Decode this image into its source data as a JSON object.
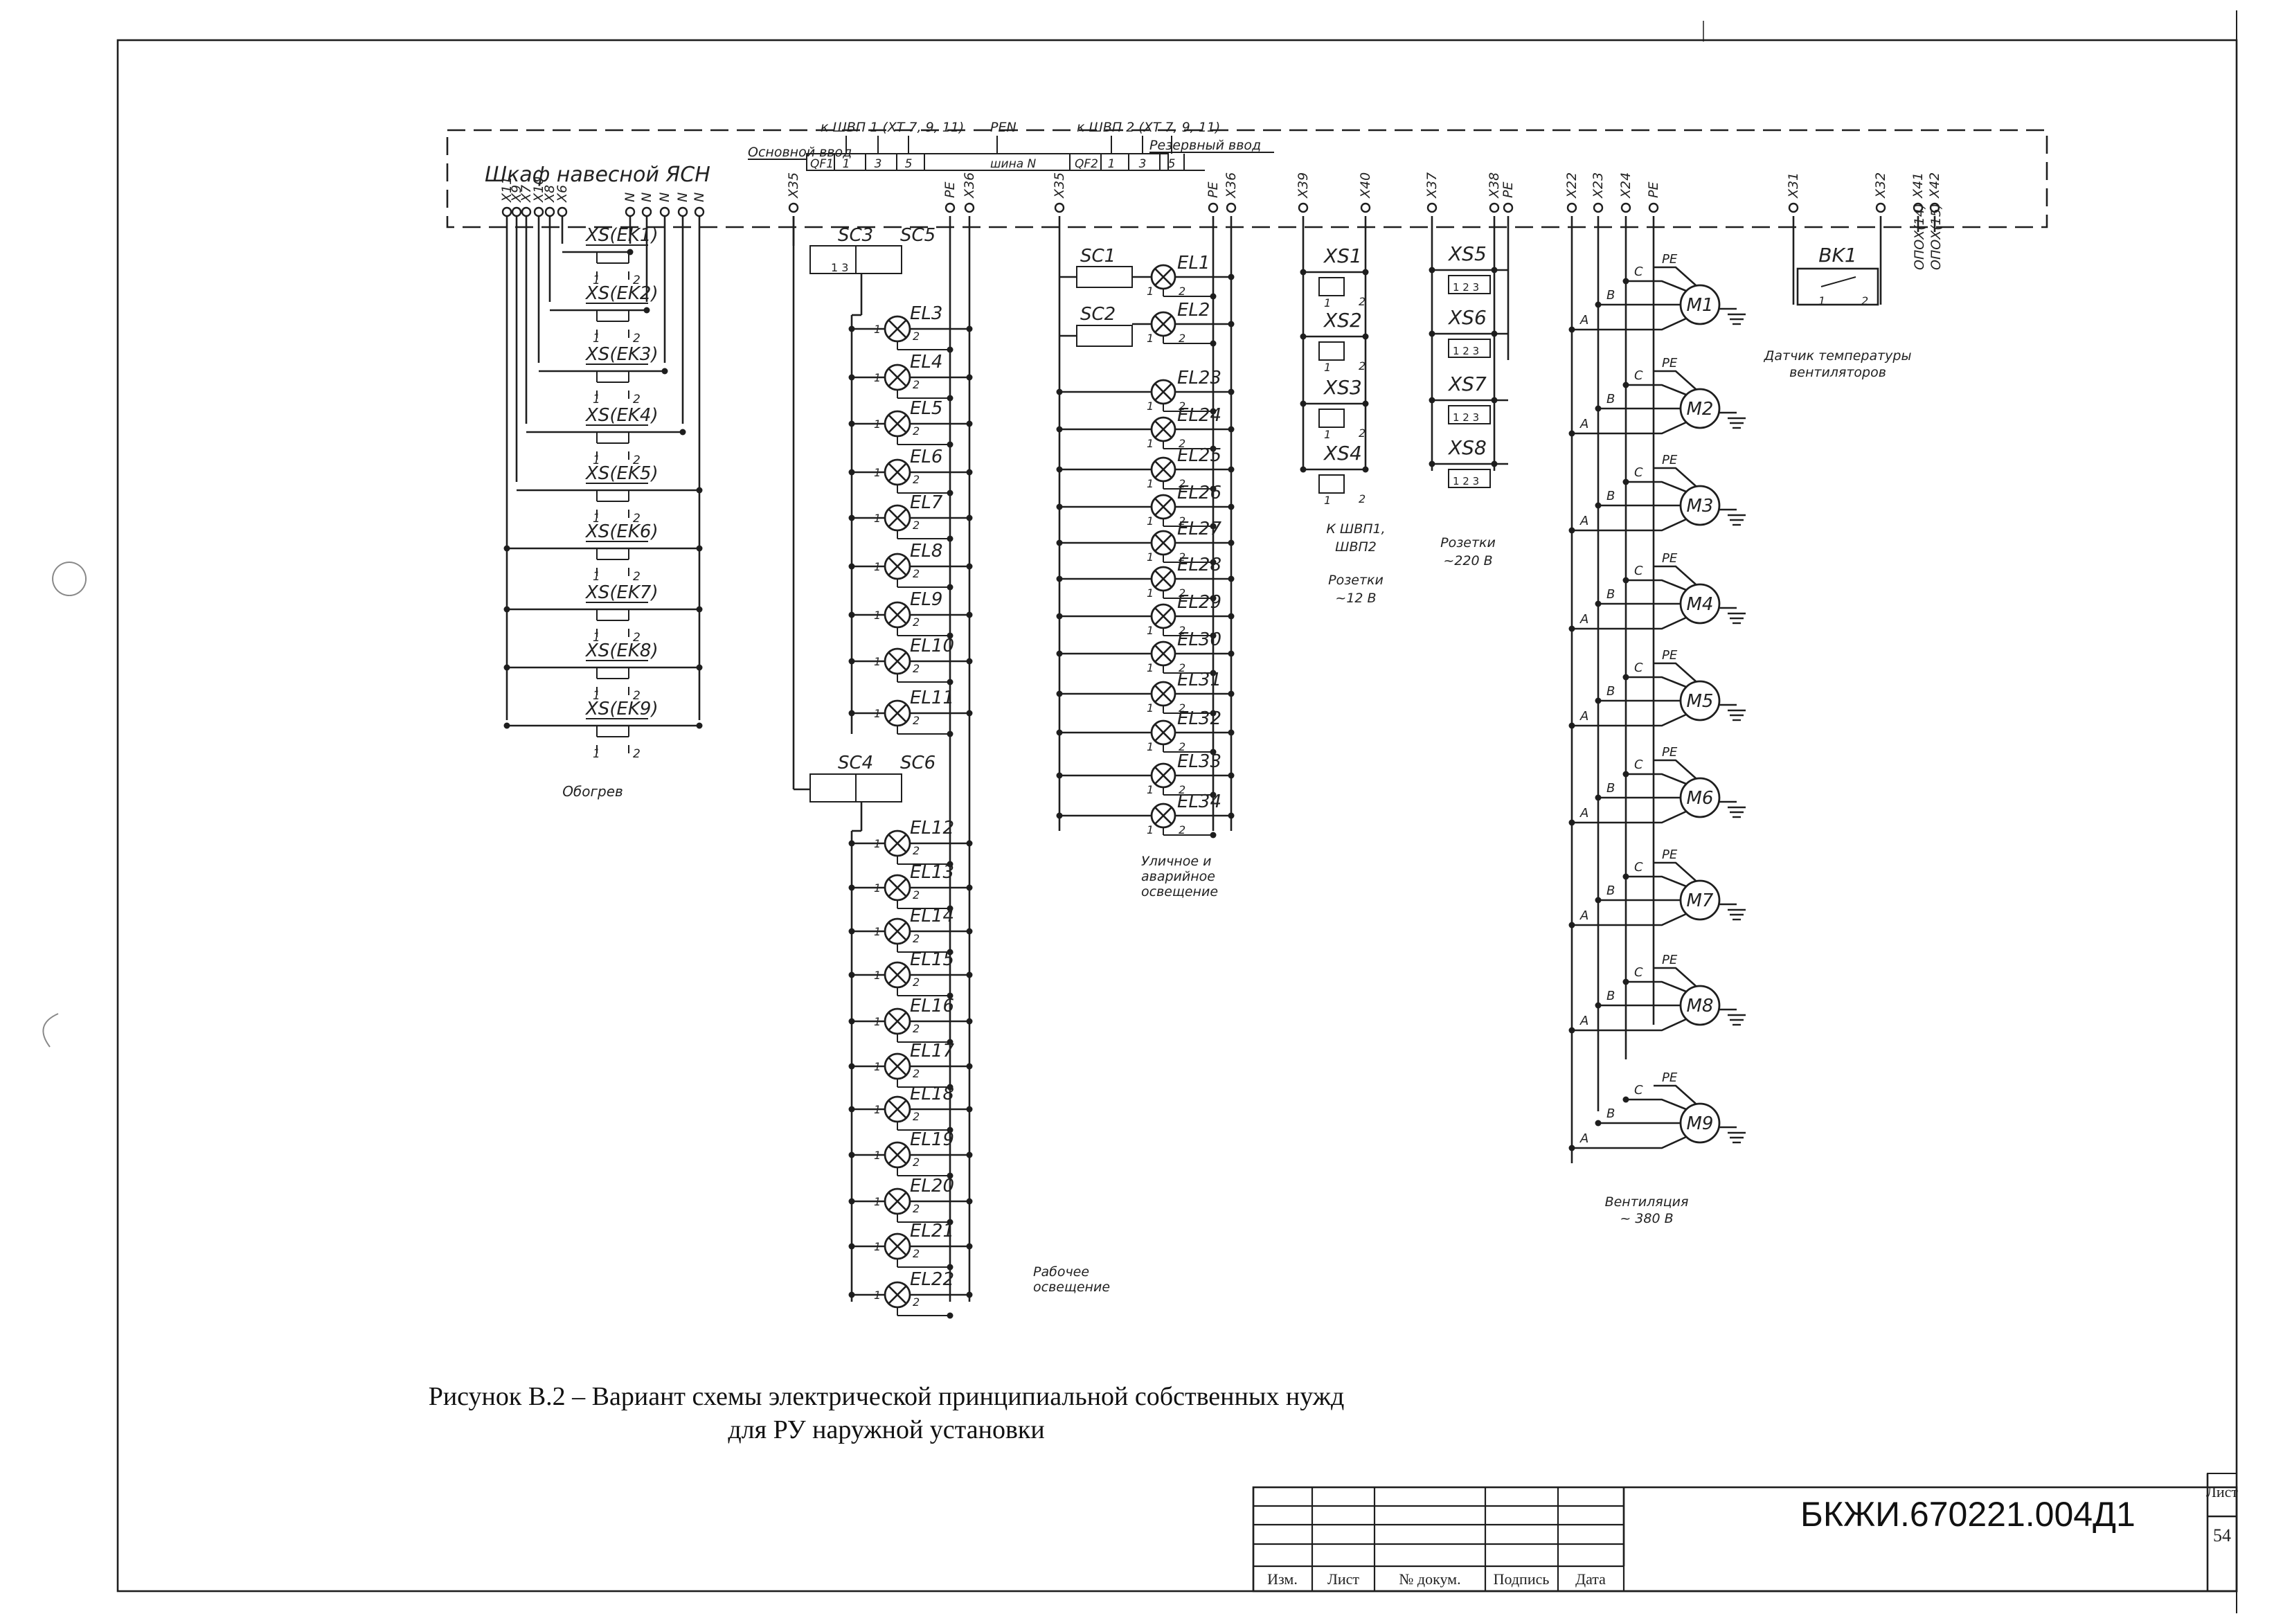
{
  "caption": {
    "line1": "Рисунок В.2 – Вариант схемы электрической принципиальной собственных нужд",
    "line2": "для РУ наружной установки"
  },
  "title_block": {
    "headers": [
      "Изм.",
      "Лист",
      "№ докум.",
      "Подпись",
      "Дата"
    ],
    "code": "БКЖИ.670221.004Д1",
    "sheet_label": "Лист",
    "sheet_no": "54"
  },
  "cabinet": {
    "title": "Шкаф навесной ЯСН",
    "main_input": "Основной ввод",
    "reserve_input": "Резервный ввод",
    "to_shvp1": "к ШВП 1 (XT 7, 9, 11)",
    "to_shvp2": "к ШВП 2 (XT 7, 9, 11)",
    "pen": "PEN",
    "bus_n": "шина N",
    "qf1": "QF1",
    "qf2": "QF2",
    "poles": [
      "1",
      "3",
      "5"
    ]
  },
  "terminals": {
    "heating": [
      "X11",
      "X9",
      "X7",
      "X10",
      "X8",
      "X6",
      "N",
      "N",
      "N",
      "N",
      "N"
    ],
    "working": [
      "X35",
      "PE",
      "X36"
    ],
    "street": [
      "X35",
      "PE",
      "X36"
    ],
    "sockets12": [
      "X39",
      "X40"
    ],
    "sockets220": [
      "X37",
      "X38",
      "PE"
    ],
    "vent": [
      "X22",
      "X23",
      "X24",
      "PE"
    ],
    "sensor": [
      "X31",
      "X32",
      "X41",
      "X42"
    ]
  },
  "groups": {
    "heating": "Обогрев",
    "working_light": [
      "Рабочее",
      "освещение"
    ],
    "street_light": [
      "Уличное и",
      "аварийное",
      "освещение"
    ],
    "sockets12": [
      "К ШВП1,",
      "ШВП2",
      "Розетки",
      "~12 В"
    ],
    "sockets220": [
      "Розетки",
      "~220 В"
    ],
    "vent": [
      "Вентиляция",
      "~ 380 В"
    ],
    "sensor": [
      "Датчик температуры",
      "вентиляторов"
    ],
    "opsh": [
      "ОПОХ(14)",
      "ОПОХ(15)"
    ]
  },
  "heaters": [
    "XS(EK1)",
    "XS(EK2)",
    "XS(EK3)",
    "XS(EK4)",
    "XS(EK5)",
    "XS(EK6)",
    "XS(EK7)",
    "XS(EK8)",
    "XS(EK9)"
  ],
  "switches": {
    "top": [
      "SC3",
      "SC5"
    ],
    "bottom": [
      "SC4",
      "SC6"
    ],
    "street": [
      "SC1",
      "SC2"
    ]
  },
  "lamps_working_a": [
    "EL3",
    "EL4",
    "EL5",
    "EL6",
    "EL7",
    "EL8",
    "EL9",
    "EL10",
    "EL11"
  ],
  "lamps_working_b": [
    "EL12",
    "EL13",
    "EL14",
    "EL15",
    "EL16",
    "EL17",
    "EL18",
    "EL19",
    "EL20",
    "EL21",
    "EL22"
  ],
  "lamps_street": [
    "EL1",
    "EL2",
    "EL23",
    "EL24",
    "EL25",
    "EL26",
    "EL27",
    "EL28",
    "EL29",
    "EL30",
    "EL31",
    "EL32",
    "EL33",
    "EL34"
  ],
  "sockets12": [
    "XS1",
    "XS2",
    "XS3",
    "XS4"
  ],
  "sockets220": [
    "XS5",
    "XS6",
    "XS7",
    "XS8"
  ],
  "motors": [
    "M1",
    "M2",
    "M3",
    "M4",
    "M5",
    "M6",
    "M7",
    "M8",
    "M9"
  ],
  "motor_phases": [
    "A",
    "B",
    "C",
    "PE"
  ],
  "sensor": "BK1",
  "pin_labels": [
    "1",
    "2",
    "3"
  ]
}
